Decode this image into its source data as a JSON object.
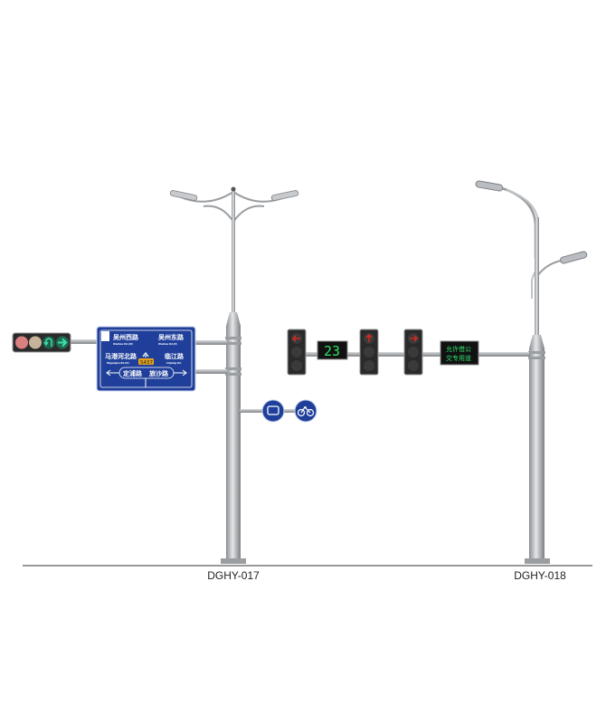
{
  "models": [
    {
      "label": "DGHY-017"
    },
    {
      "label": "DGHY-018"
    }
  ],
  "guide_sign": {
    "top_left": "吴州西路",
    "top_left_en": "Wuzhou Rd.(W)",
    "top_right": "吴州东路",
    "top_right_en": "Wuzhou Rd.(E)",
    "mid_left": "马港河北路",
    "mid_left_en": "Magangha Rd.(N)",
    "mid_right": "临江路",
    "mid_right_en": "Linjiang Rd.",
    "route_badge": "S437",
    "bottom_left": "定浦路",
    "bottom_right": "旅沙路",
    "color": "#1f3f9a"
  },
  "countdown_display": {
    "value": "23",
    "color": "#2ee06a"
  },
  "led_message": {
    "line1": "允许借公",
    "line2": "交专用道",
    "color": "#2ee06a"
  },
  "signal_colors": {
    "red": "#d02a1e",
    "green": "#2fbf8a",
    "housing": "#2a2a2a"
  },
  "round_signs": [
    {
      "icon": "bus-lane-icon"
    },
    {
      "icon": "bicycle-icon"
    }
  ]
}
